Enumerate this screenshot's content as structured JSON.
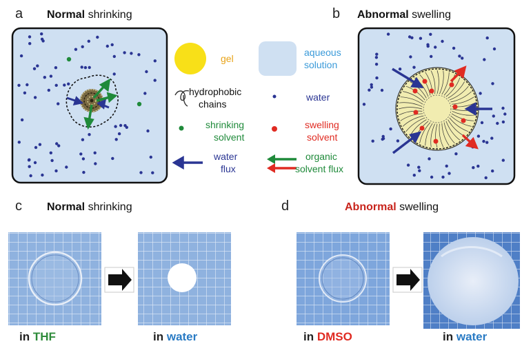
{
  "panel_a": {
    "letter": "a",
    "title_bold": "Normal",
    "title_rest": " shrinking"
  },
  "panel_b": {
    "letter": "b",
    "title_bold": "Abnormal",
    "title_rest": " swelling"
  },
  "panel_c": {
    "letter": "c",
    "title_bold": "Normal",
    "title_rest": " shrinking",
    "caption_left_prefix": "in ",
    "caption_left_solvent": "THF",
    "caption_right_prefix": "in ",
    "caption_right_solvent": "water"
  },
  "panel_d": {
    "letter": "d",
    "title_bold": "Abnormal",
    "title_rest": " swelling",
    "caption_left_prefix": "in ",
    "caption_left_solvent": "DMSO",
    "caption_right_prefix": "in ",
    "caption_right_solvent": "water"
  },
  "legend": {
    "gel": "gel",
    "aqueous_line1": "aqueous",
    "aqueous_line2": "solution",
    "hydrophobic_line1": "hydrophobic",
    "hydrophobic_line2": "chains",
    "water": "water",
    "shrinking_line1": "shrinking",
    "shrinking_line2": "solvent",
    "swelling_line1": "swelling",
    "swelling_line2": "solvent",
    "water_flux_line1": "water",
    "water_flux_line2": "flux",
    "organic_line1": "organic",
    "organic_line2": "solvent flux"
  },
  "colors": {
    "water_blue": "#2a3593",
    "gel_yellow": "#f8e018",
    "aqueous_fill": "#cfe0f2",
    "green": "#1f8a3a",
    "red": "#e02b22",
    "gel_label": "#e8a317",
    "aqueous_label": "#3a9ad9",
    "thf": "#2e8b3a",
    "dmso": "#e02b22",
    "water_word": "#2a7bc4",
    "chain_fill": "#f1ecb0"
  }
}
